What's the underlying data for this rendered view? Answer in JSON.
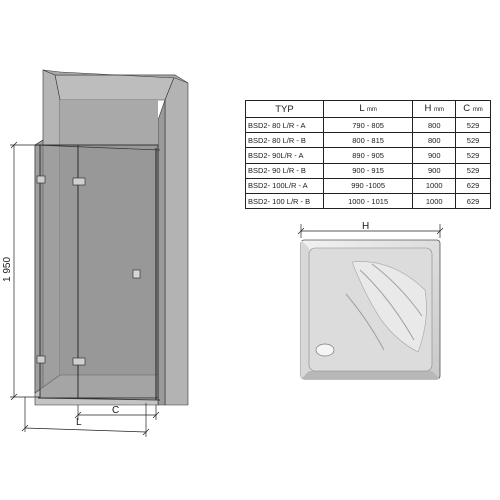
{
  "door_elevation": {
    "height_label": "1 950",
    "width_label_l": "L",
    "width_label_c": "C"
  },
  "spec_table": {
    "headers": [
      {
        "label": "TYP",
        "unit": ""
      },
      {
        "label": "L",
        "unit": "mm"
      },
      {
        "label": "H",
        "unit": "mm"
      },
      {
        "label": "C",
        "unit": "mm"
      }
    ],
    "rows": [
      [
        "BSD2- 80 L/R - A",
        "790 - 805",
        "800",
        "529"
      ],
      [
        "BSD2- 80 L/R - B",
        "800 - 815",
        "800",
        "529"
      ],
      [
        "BSD2- 90L/R - A",
        "890 - 905",
        "900",
        "529"
      ],
      [
        "BSD2- 90 L/R - B",
        "900 - 915",
        "900",
        "529"
      ],
      [
        "BSD2- 100L/R - A",
        "990 -1005",
        "1000",
        "629"
      ],
      [
        "BSD2- 100 L/R - B",
        "1000 - 1015",
        "1000",
        "629"
      ]
    ]
  },
  "shower_tray": {
    "dimension_label": "H"
  },
  "colors": {
    "wall": "#b9b9b9",
    "wall_dark": "#8e8e8e",
    "glass": "#9c9c9c",
    "line": "#222222"
  }
}
